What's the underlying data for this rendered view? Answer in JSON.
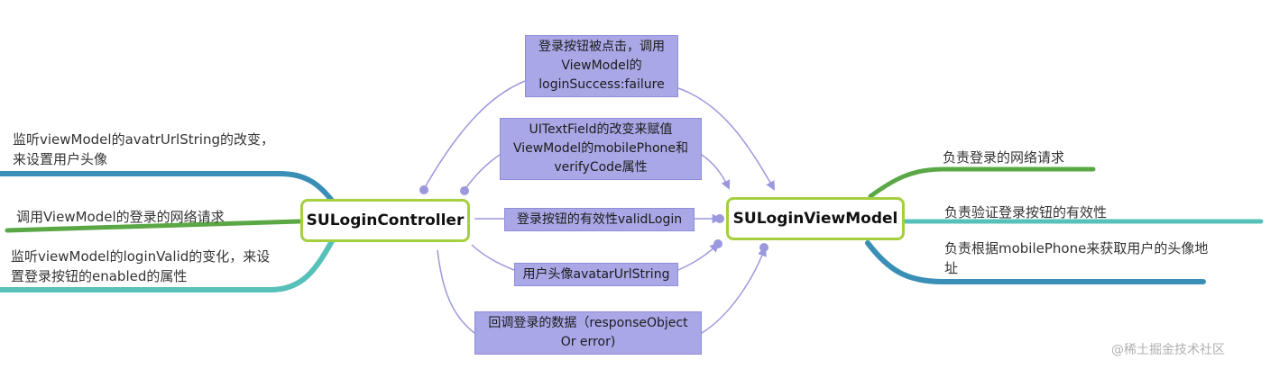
{
  "center_left": "SULoginController",
  "center_right": "SULoginViewModel",
  "messages": {
    "login_click": "登录按钮被点击，调用 ViewModel的 loginSuccess:failure",
    "textfield": "UITextField的改变来赋值 ViewModel的mobilePhone和 verifyCode属性",
    "valid_login": "登录按钮的有效性validLogin",
    "avatar": "用户头像avatarUrlString",
    "callback": "回调登录的数据（responseObject Or error)"
  },
  "left_branches": [
    "监听viewModel的avatrUrlString的改变，来设置用户头像",
    "调用ViewModel的登录的网络请求",
    "监听viewModel的loginValid的变化，来设置登录按钮的enabled的属性"
  ],
  "right_branches": [
    "负责登录的网络请求",
    "负责验证登录按钮的有效性",
    "负责根据mobilePhone来获取用户的头像地址"
  ],
  "watermark": "@稀土掘金技术社区",
  "colors": {
    "node_border": "#a4cf3f",
    "message_box": "#a9a7e6",
    "connector": "#9c98de",
    "branch_blue": "#3a8fb7",
    "branch_green": "#5aa845",
    "branch_teal": "#57c0b8"
  }
}
